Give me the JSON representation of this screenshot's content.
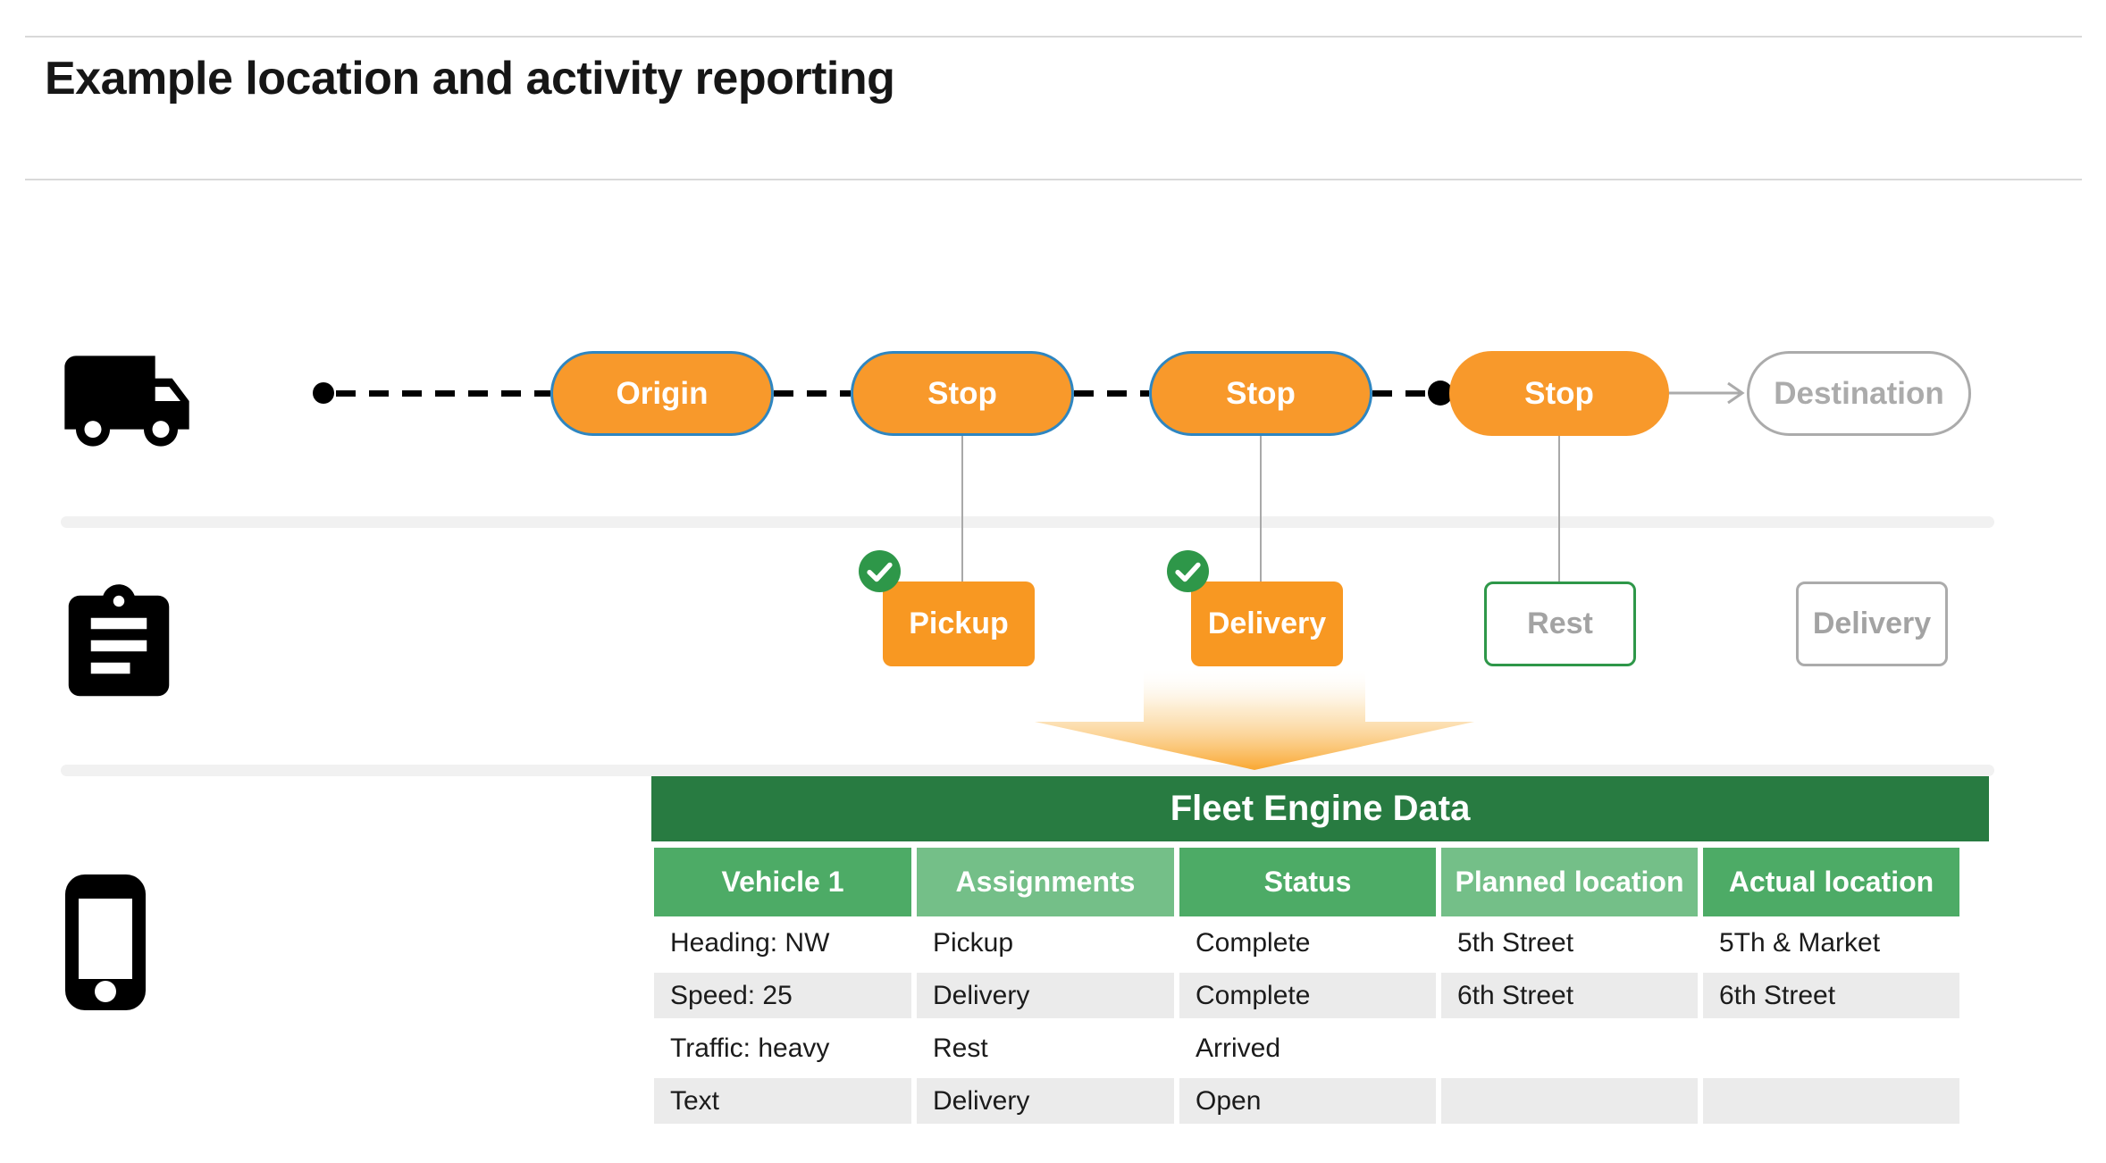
{
  "header": {
    "title": "Example location and activity reporting"
  },
  "route": {
    "nodes": [
      {
        "label": "Origin"
      },
      {
        "label": "Stop"
      },
      {
        "label": "Stop"
      },
      {
        "label": "Stop"
      },
      {
        "label": "Destination"
      }
    ]
  },
  "activities": {
    "items": [
      {
        "label": "Pickup",
        "completed": true
      },
      {
        "label": "Delivery",
        "completed": true
      },
      {
        "label": "Rest",
        "completed": false
      },
      {
        "label": "Delivery",
        "completed": false
      }
    ]
  },
  "lane_icons": [
    {
      "name": "truck-icon"
    },
    {
      "name": "clipboard-icon"
    },
    {
      "name": "phone-icon"
    }
  ],
  "table": {
    "title": "Fleet Engine Data",
    "columns": [
      "Vehicle 1",
      "Assignments",
      "Status",
      "Planned location",
      "Actual location"
    ],
    "rows": [
      [
        "Heading: NW",
        "Pickup",
        "Complete",
        "5th Street",
        "5Th & Market"
      ],
      [
        "Speed: 25",
        "Delivery",
        "Complete",
        "6th Street",
        "6th Street"
      ],
      [
        "Traffic: heavy",
        "Rest",
        "Arrived",
        "",
        ""
      ],
      [
        "Text",
        "Delivery",
        "Open",
        "",
        ""
      ]
    ]
  },
  "colors": {
    "orange_pill": "#F8992B",
    "orange_box": "#F89822",
    "blue_border": "#2E86C1",
    "green_dark": "#287B41",
    "green_mid": "#4DAB66",
    "green_light": "#74BF88",
    "green_check": "#2E9749",
    "gray_row": "#EBEBEB",
    "gray_text": "#A3A3A3",
    "gray_border": "#ABABAB"
  }
}
